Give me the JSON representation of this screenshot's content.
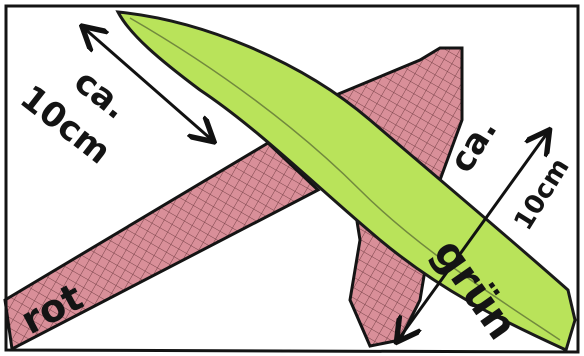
{
  "labels": {
    "top_left_ca": "ca.",
    "top_left_size": "10cm",
    "right_ca": "ca.",
    "right_size": "10cm",
    "red_label": "rot",
    "green_label": "grün"
  },
  "colors": {
    "paper": "#ffffff",
    "frame": "#141414",
    "red_strip": "#d98f99",
    "red_hatch": "#5a2a2f",
    "green_strip": "#b9e35a",
    "green_outline": "#1a1a1a",
    "pencil": "#111111"
  }
}
